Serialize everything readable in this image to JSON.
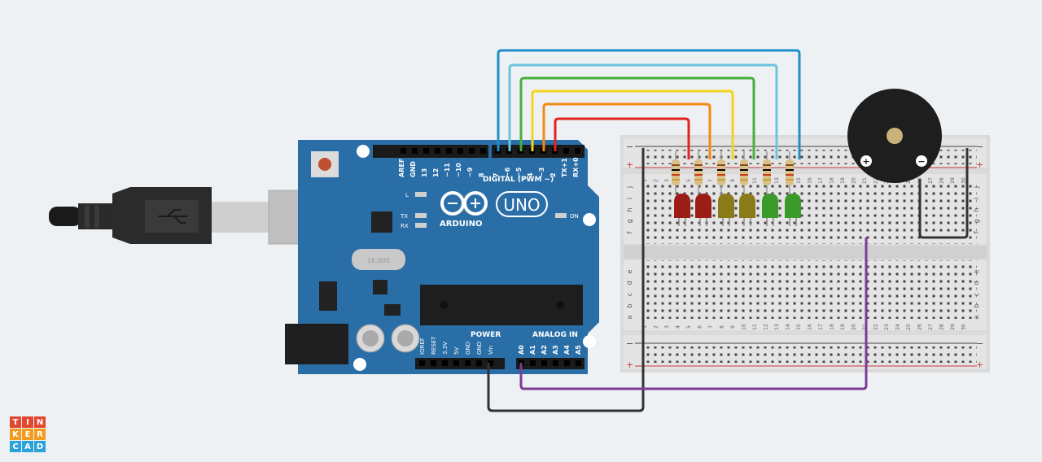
{
  "app": {
    "logo_letters": [
      "T",
      "I",
      "N",
      "K",
      "E",
      "R",
      "C",
      "A",
      "D"
    ]
  },
  "arduino": {
    "brand": "ARDUINO",
    "model": "UNO",
    "digital_label": "DIGITAL (PWM ~)",
    "power_label": "POWER",
    "analog_label": "ANALOG IN",
    "on_label": "ON",
    "led_labels": [
      "L",
      "TX",
      "RX"
    ],
    "digital_pins": [
      "AREF",
      "GND",
      "13",
      "12",
      "~11",
      "~10",
      "~9",
      "8",
      "7",
      "~6",
      "~5",
      "4",
      "~3",
      "2",
      "TX+1",
      "RX+0"
    ],
    "power_pins": [
      "IOREF",
      "RESET",
      "3.3V",
      "5V",
      "GND",
      "GND",
      "Vin"
    ],
    "analog_pins": [
      "A0",
      "A1",
      "A2",
      "A3",
      "A4",
      "A5"
    ],
    "crystal_label": "16.000"
  },
  "breadboard": {
    "top_row_letters": [
      "j",
      "i",
      "h",
      "g",
      "f"
    ],
    "bottom_row_letters": [
      "e",
      "d",
      "c",
      "b",
      "a"
    ],
    "columns": [
      "1",
      "2",
      "3",
      "4",
      "5",
      "6",
      "7",
      "8",
      "9",
      "10",
      "11",
      "12",
      "13",
      "14",
      "15",
      "16",
      "17",
      "18",
      "19",
      "20",
      "21",
      "22",
      "23",
      "24",
      "25",
      "26",
      "27",
      "28",
      "29",
      "30"
    ],
    "rail_plus": "+",
    "rail_minus": "−"
  },
  "buzzer": {
    "plus": "+",
    "minus": "−"
  },
  "leds": {
    "colors": [
      "red",
      "red",
      "yellow",
      "yellow",
      "green",
      "green"
    ]
  },
  "colors": {
    "background": "#eef1f3",
    "board": "#2a6ea8",
    "board_dark": "#1f5a8c",
    "wire_black": "#333333",
    "wire_purple": "#7b3b96",
    "wire_red": "#e0231f",
    "wire_orange": "#f28a12",
    "wire_yellow": "#f4d320",
    "wire_green": "#46b03a",
    "wire_lightblue": "#6cc4dd",
    "wire_blue": "#1f8ec9",
    "led_red": "#9b1d16",
    "led_yellow": "#8a7a1a",
    "led_green": "#3a9a2a"
  }
}
